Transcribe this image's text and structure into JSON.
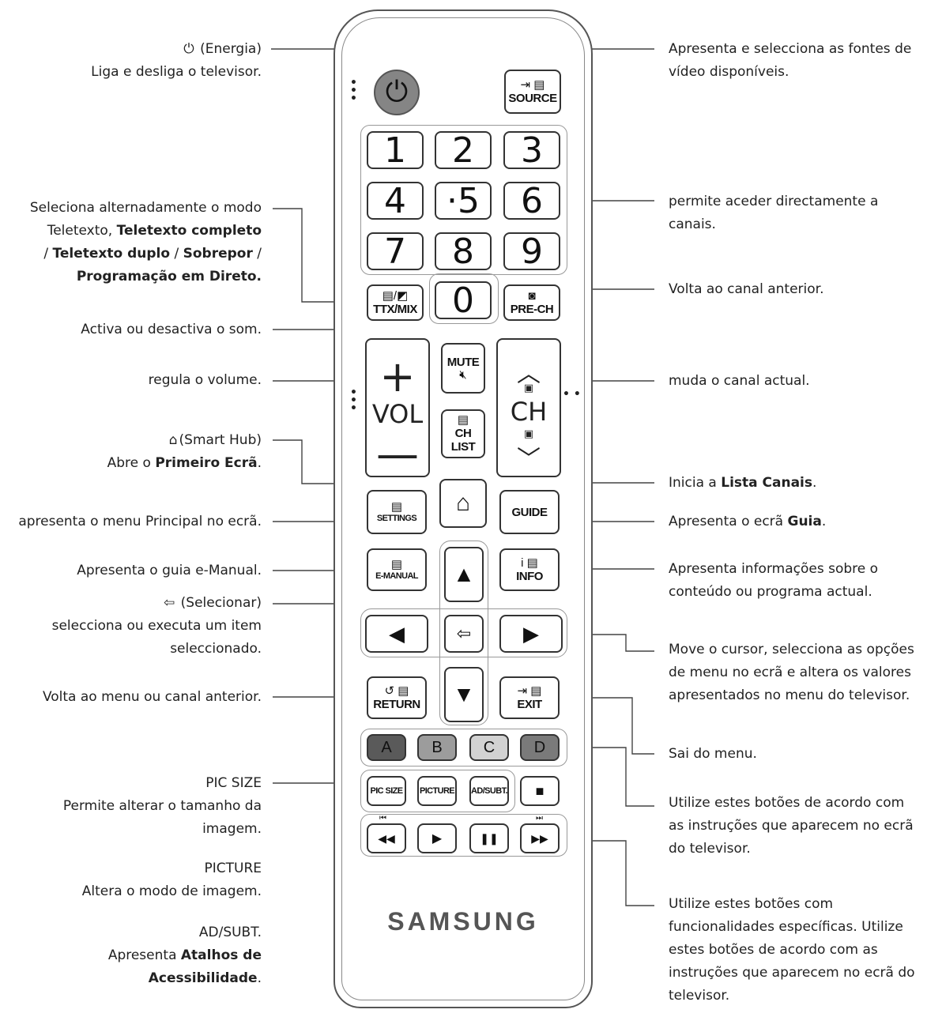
{
  "left_labels": {
    "power": {
      "icon": "⏻",
      "title": "(Energia)",
      "desc": "Liga e desliga o televisor."
    },
    "teletext": {
      "line1": "Seleciona alternadamente o modo",
      "line2_a": "Teletexto, ",
      "line2_b": "Teletexto completo",
      "line3_a": "/ ",
      "line3_b": "Teletexto duplo",
      "line3_c": " / ",
      "line3_d": "Sobrepor",
      "line3_e": " /",
      "line4": "Programação em Direto."
    },
    "mute": "Activa ou desactiva o som.",
    "volume": "regula o volume.",
    "smarthub": {
      "icon": "⌂",
      "title": "(Smart Hub)",
      "desc_a": "Abre o ",
      "desc_b": "Primeiro Ecrã",
      "desc_c": "."
    },
    "settings": "apresenta o menu Principal no ecrã.",
    "emanual": "Apresenta o guia e-Manual.",
    "select": {
      "icon": "⇦",
      "title": "(Selecionar)",
      "line1": "selecciona ou executa um item",
      "line2": "seleccionado."
    },
    "return": "Volta ao menu ou canal anterior.",
    "picsize": {
      "title": "PIC SIZE",
      "line1": "Permite alterar o tamanho da",
      "line2": "imagem."
    },
    "picture": {
      "title": "PICTURE",
      "desc": "Altera o modo de imagem."
    },
    "adsubt": {
      "title": "AD/SUBT.",
      "line1_a": "Apresenta ",
      "line1_b": "Atalhos de",
      "line2": "Acessibilidade",
      "line2_end": "."
    }
  },
  "right_labels": {
    "source": {
      "line1": "Apresenta e selecciona as fontes de",
      "line2": "vídeo disponíveis."
    },
    "numbers": {
      "line1": "permite aceder directamente a",
      "line2": "canais."
    },
    "prech": "Volta ao canal anterior.",
    "channel": "muda o canal actual.",
    "chlist": {
      "a": "Inicia a ",
      "b": "Lista Canais",
      "c": "."
    },
    "guide": {
      "a": "Apresenta o ecrã ",
      "b": "Guia",
      "c": "."
    },
    "info": {
      "line1": "Apresenta informações sobre o",
      "line2": "conteúdo ou programa actual."
    },
    "cursor": {
      "line1": "Move o cursor, selecciona as opções",
      "line2": "de menu no ecrã e altera os valores",
      "line3": "apresentados no menu do televisor."
    },
    "exit": "Sai do menu.",
    "colors": {
      "line1": "Utilize estes botões de acordo com",
      "line2": "as instruções que aparecem no ecrã",
      "line3": "do televisor."
    },
    "media": {
      "line1": "Utilize estes botões com",
      "line2": "funcionalidades específicas. Utilize",
      "line3": "estes botões de acordo com as",
      "line4": "instruções que aparecem no ecrã do",
      "line5": "televisor."
    }
  },
  "remote": {
    "power_icon": "⏻",
    "source": {
      "icon": "⇥ ▤",
      "label": "SOURCE"
    },
    "digits": [
      "1",
      "2",
      "3",
      "4",
      "·5",
      "6",
      "7",
      "8",
      "9",
      "0"
    ],
    "ttx": {
      "icon": "▤/◩",
      "label": "TTX/MIX"
    },
    "prech": {
      "icon": "◙",
      "label": "PRE-CH"
    },
    "mute": {
      "label": "MUTE",
      "icon": "🔇︎"
    },
    "vol": {
      "plus": "+",
      "label": "VOL",
      "minus": "—"
    },
    "ch": {
      "up": "︿",
      "icon_up": "▣",
      "label": "CH",
      "icon_down": "▣",
      "down": "﹀"
    },
    "chlist": {
      "icon": "▤",
      "line1": "CH",
      "line2": "LIST"
    },
    "home_icon": "⌂",
    "settings": {
      "icon": "▤",
      "label": "SETTINGS"
    },
    "guide": "GUIDE",
    "emanual": {
      "icon": "▤",
      "label": "E-MANUAL"
    },
    "info": {
      "icon": "i ▤",
      "label": "INFO"
    },
    "arrows": {
      "up": "▲",
      "down": "▼",
      "left": "◀",
      "right": "▶",
      "enter": "⇦"
    },
    "return": {
      "icon": "↺ ▤",
      "label": "RETURN"
    },
    "exit": {
      "icon": "⇥ ▤",
      "label": "EXIT"
    },
    "colors": [
      "A",
      "B",
      "C",
      "D"
    ],
    "color_fills": [
      "#5a5a5a",
      "#9c9c9c",
      "#d2d2d2",
      "#7a7a7a"
    ],
    "picsize": "PIC SIZE",
    "picture": "PICTURE",
    "adsubt": "AD/SUBT.",
    "stop": "■",
    "rew": "◀◀",
    "play": "▶",
    "pause": "❚❚",
    "ffw": "▶▶",
    "skip_back": "⏮",
    "skip_fwd": "⏭",
    "brand": "SAMSUNG"
  }
}
